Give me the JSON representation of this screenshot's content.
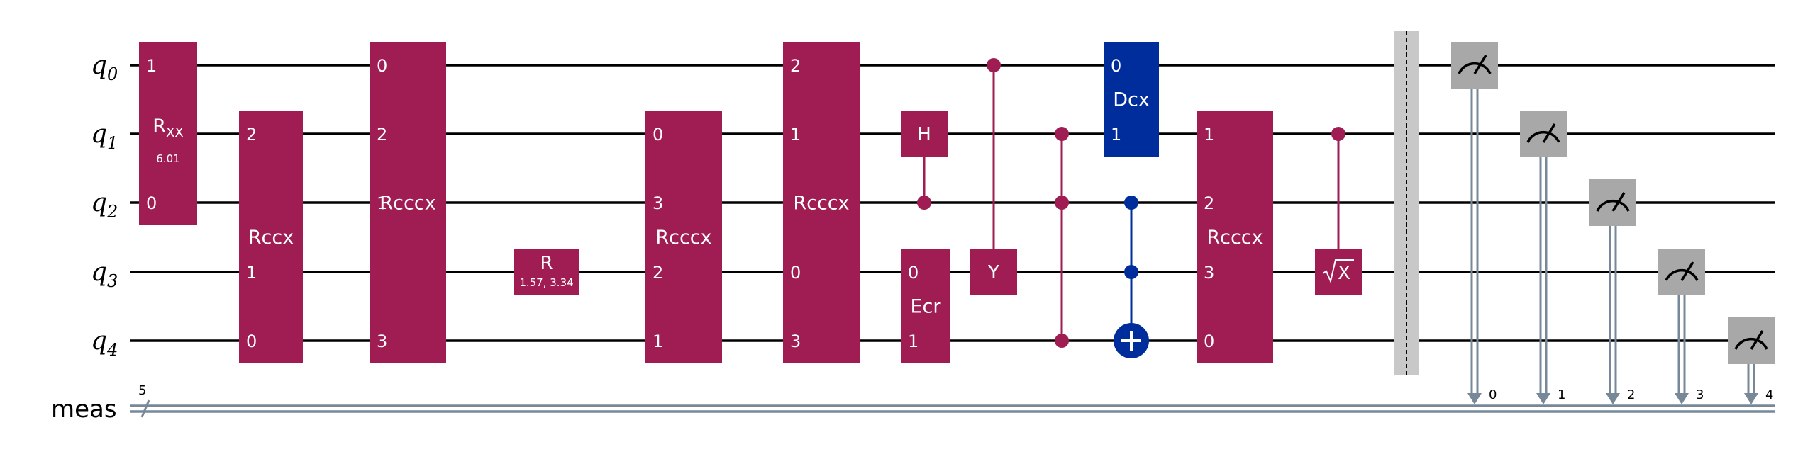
{
  "colors": {
    "gate": "#9F1D52",
    "dcx": "#002D9C",
    "cnot": "#002D9C",
    "measure": "#A8A8A8",
    "barrier": "#C8C8C8",
    "classical": "#778899",
    "wire": "#000000"
  },
  "qubits": [
    {
      "name": "q",
      "index": "0"
    },
    {
      "name": "q",
      "index": "1"
    },
    {
      "name": "q",
      "index": "2"
    },
    {
      "name": "q",
      "index": "3"
    },
    {
      "name": "q",
      "index": "4"
    }
  ],
  "creg": {
    "label": "meas",
    "size": "5"
  },
  "gates": [
    {
      "id": "rxx",
      "label": "R",
      "sub": "XX",
      "param": "6.01",
      "qubits": [
        0,
        2
      ],
      "ports": [
        [
          "1",
          0
        ],
        [
          "0",
          2
        ]
      ]
    },
    {
      "id": "rccx",
      "label": "Rccx",
      "qubits": [
        1,
        4
      ],
      "ports": [
        [
          "2",
          1
        ],
        [
          "1",
          3
        ],
        [
          "0",
          4
        ]
      ]
    },
    {
      "id": "rcccx-1",
      "label": "Rcccx",
      "qubits": [
        0,
        4
      ],
      "ports": [
        [
          "0",
          0
        ],
        [
          "2",
          1
        ],
        [
          "1",
          2
        ],
        [
          "3",
          4
        ]
      ]
    },
    {
      "id": "r",
      "label": "R",
      "param": "1.57, 3.34",
      "qubits": [
        3,
        3
      ]
    },
    {
      "id": "rcccx-2",
      "label": "Rcccx",
      "qubits": [
        1,
        4
      ],
      "ports": [
        [
          "0",
          1
        ],
        [
          "3",
          2
        ],
        [
          "2",
          3
        ],
        [
          "1",
          4
        ]
      ]
    },
    {
      "id": "rcccx-3",
      "label": "Rcccx",
      "qubits": [
        0,
        4
      ],
      "ports": [
        [
          "2",
          0
        ],
        [
          "1",
          1
        ],
        [
          "0",
          3
        ],
        [
          "3",
          4
        ]
      ]
    },
    {
      "id": "ch",
      "label": "H",
      "target": 1,
      "controls": [
        2
      ]
    },
    {
      "id": "ecr",
      "label": "Ecr",
      "qubits": [
        3,
        4
      ],
      "ports": [
        [
          "0",
          3
        ],
        [
          "1",
          4
        ]
      ]
    },
    {
      "id": "cy",
      "label": "Y",
      "target": 3,
      "controls": [
        0
      ]
    },
    {
      "id": "cz",
      "dots": [
        1,
        2,
        4
      ]
    },
    {
      "id": "dcx",
      "label": "Dcx",
      "qubits": [
        0,
        1
      ],
      "ports": [
        [
          "0",
          0
        ],
        [
          "1",
          1
        ]
      ]
    },
    {
      "id": "ccx",
      "target": 4,
      "controls": [
        2,
        3
      ]
    },
    {
      "id": "rcccx-4",
      "label": "Rcccx",
      "qubits": [
        1,
        4
      ],
      "ports": [
        [
          "1",
          1
        ],
        [
          "2",
          2
        ],
        [
          "3",
          3
        ],
        [
          "0",
          4
        ]
      ]
    },
    {
      "id": "csx",
      "label": "√X",
      "target": 3,
      "controls": [
        1
      ]
    }
  ],
  "measurements": [
    {
      "qubit": 0,
      "bit": "0"
    },
    {
      "qubit": 1,
      "bit": "1"
    },
    {
      "qubit": 2,
      "bit": "2"
    },
    {
      "qubit": 3,
      "bit": "3"
    },
    {
      "qubit": 4,
      "bit": "4"
    }
  ]
}
